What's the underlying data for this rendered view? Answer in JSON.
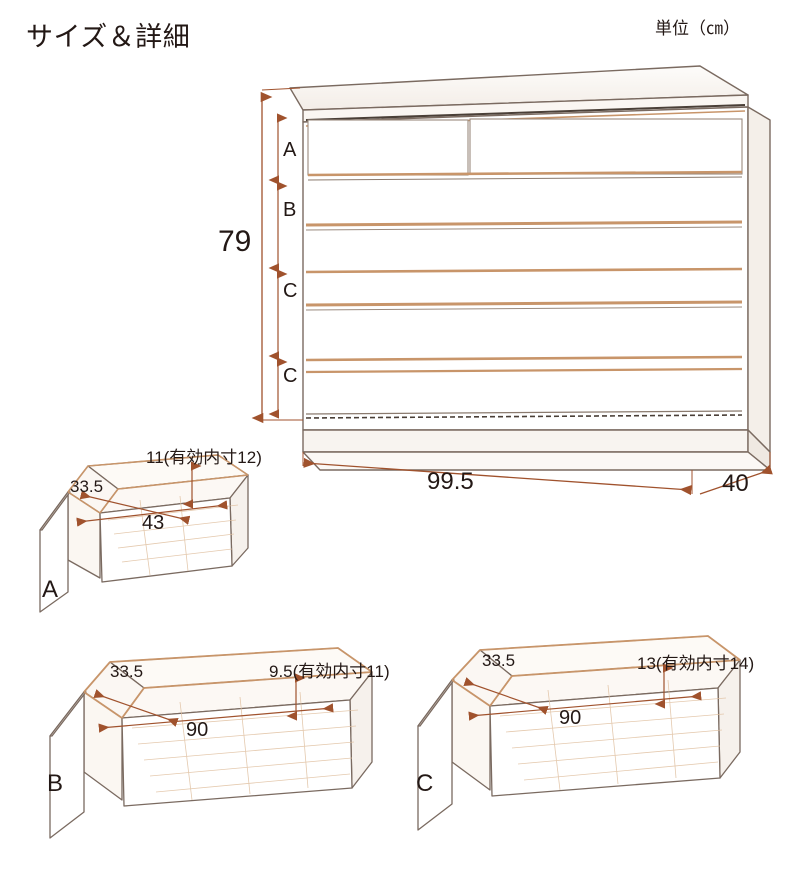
{
  "page": {
    "title": "サイズ＆詳細",
    "unit_note": "単位（㎝）"
  },
  "chest": {
    "height": "79",
    "width": "99.5",
    "depth": "40",
    "row_labels": [
      "A",
      "B",
      "C",
      "C"
    ]
  },
  "drawers": [
    {
      "label": "A",
      "width_inner": "43",
      "depth": "33.5",
      "height_note": "11(有効内寸12)"
    },
    {
      "label": "B",
      "width_inner": "90",
      "depth": "33.5",
      "height_note": "9.5(有効内寸11)"
    },
    {
      "label": "C",
      "width_inner": "90",
      "depth": "33.5",
      "height_note": "13(有効内寸14)"
    }
  ],
  "colors": {
    "text": "#231815",
    "dimension_line": "#a0522d",
    "outline": "#6b5a50",
    "wood_edge": "#c8956a",
    "body_fill": "#ffffff",
    "shade": "#f7f3ef"
  }
}
